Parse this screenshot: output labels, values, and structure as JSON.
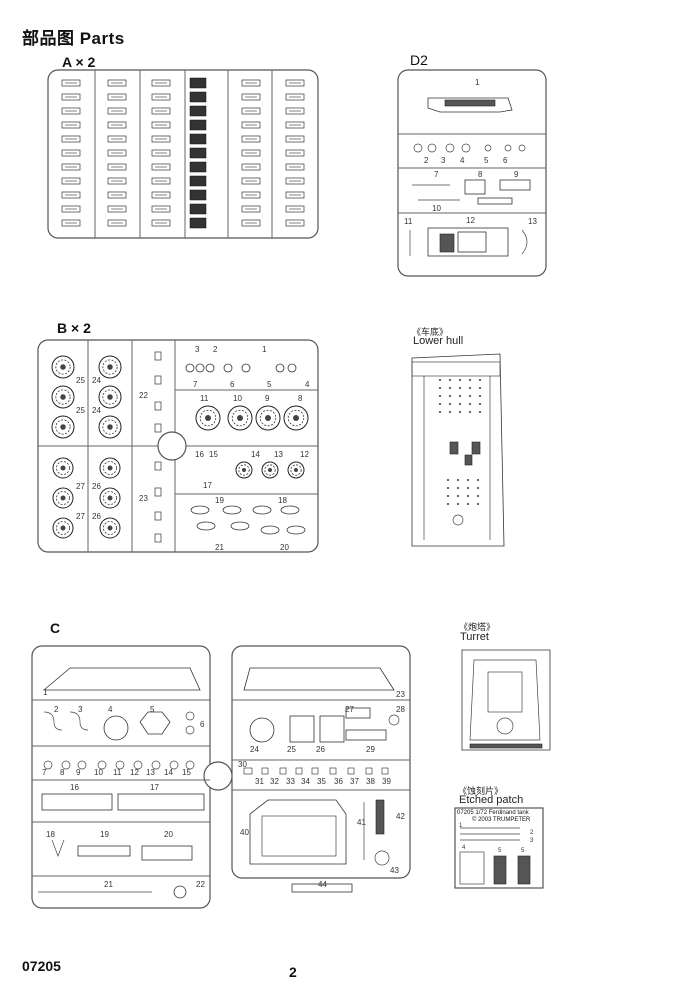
{
  "page_title": "部品图  Parts",
  "sprues": {
    "a": "A",
    "a_multiplier": "× 2",
    "b": "B",
    "b_multiplier": "× 2",
    "c": "C",
    "d2": "D2"
  },
  "inset_labels": {
    "lower_hull_cn": "《车底》",
    "lower_hull_en": "Lower hull",
    "turret_cn": "《炮塔》",
    "turret_en": "Turret",
    "etched_cn": "《蚀刻片》",
    "etched_en": "Etched patch"
  },
  "etched_header": "07205 1/72 Ferdinand tank",
  "etched_copyright": "© 2003 TRUMPETER",
  "footer": {
    "product_code": "07205",
    "page_number": "2"
  }
}
